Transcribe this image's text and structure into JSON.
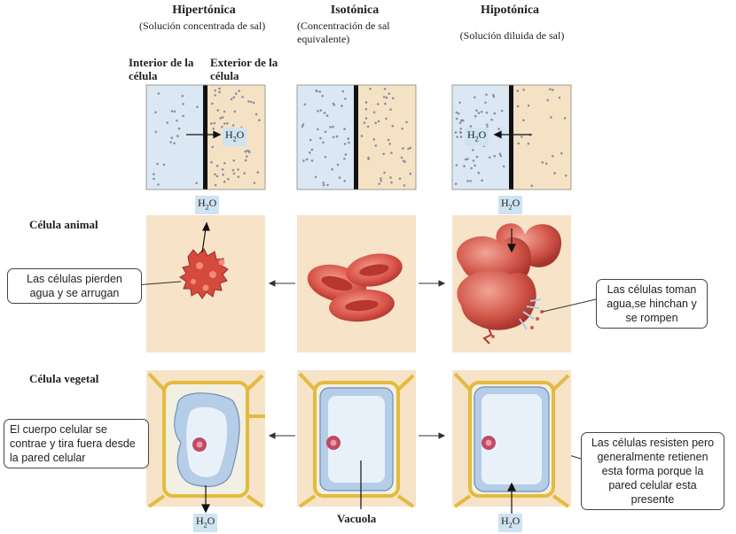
{
  "columns": [
    {
      "title": "Hipertónica",
      "subtitle": "(Solución concentrada de sal)"
    },
    {
      "title": "Isotónica",
      "subtitle": "(Concentración de sal equivalente)"
    },
    {
      "title": "Hipotónica",
      "subtitle": "(Solución diluida de sal)"
    }
  ],
  "side_labels": {
    "inside": "Interior de la célula",
    "outside": "Exterior de la célula"
  },
  "water_label": "H",
  "water_sub": "2",
  "water_tail": "O",
  "rows": {
    "animal": "Célula animal",
    "plant": "Célula vegetal"
  },
  "callouts": {
    "animal_left": "Las células pierden agua y se arrugan",
    "animal_right": "Las células toman agua,se hinchan y se rompen",
    "plant_left": "El cuerpo celular se contrae y tira fuera desde la pared celular",
    "plant_right": "Las células resisten pero generalmente retienen esta forma porque la pared celular esta presente"
  },
  "vacuole_label": "Vacuola",
  "colors": {
    "inside": "#dbe8f3",
    "outside": "#f5e2c4",
    "panel": "#f6e3c8",
    "cell_red": "#d9544a",
    "vacuole": "#a8c6e3"
  }
}
